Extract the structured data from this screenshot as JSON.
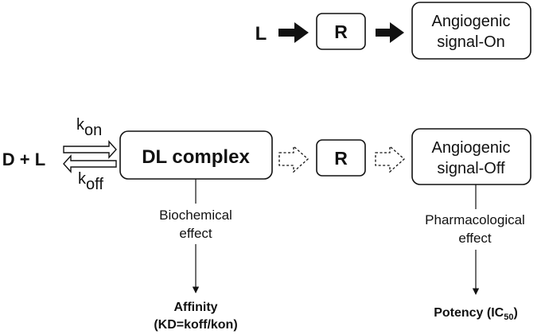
{
  "top_row": {
    "ligand": "L",
    "receptor": "R",
    "signal_box": {
      "line1": "Angiogenic",
      "line2": "signal-On"
    }
  },
  "bottom_row": {
    "reactants": "D + L",
    "kon": {
      "base": "k",
      "sub": "on"
    },
    "koff": {
      "base": "k",
      "sub": "off"
    },
    "complex": "DL complex",
    "receptor": "R",
    "signal_box": {
      "line1": "Angiogenic",
      "line2": "signal-Off"
    }
  },
  "left_branch": {
    "effect_line1": "Biochemical",
    "effect_line2": "effect",
    "result_line1": "Affinity",
    "result_line2": "(KD=koff/kon)"
  },
  "right_branch": {
    "effect_line1": "Pharmacological",
    "effect_line2": "effect",
    "result_base": "Potency (IC",
    "result_sub": "50",
    "result_close": ")"
  },
  "icons": {
    "solid_arrow": "solid-right-arrow-icon",
    "dashed_arrow": "dashed-outline-right-arrow-icon",
    "equilibrium": "equilibrium-double-arrow-icon"
  }
}
